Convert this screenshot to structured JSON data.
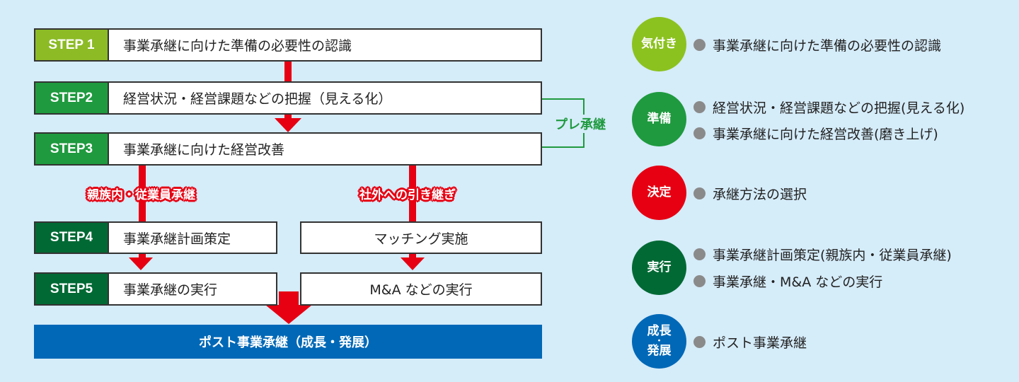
{
  "steps": [
    {
      "label": "STEP 1",
      "text": "事業承継に向けた準備の必要性の認識",
      "color": "#8cbb26"
    },
    {
      "label": "STEP2",
      "text": "経営状況・経営課題などの把握（見える化）",
      "color": "#1f9a3f"
    },
    {
      "label": "STEP3",
      "text": "事業承継に向けた経営改善",
      "color": "#1f9a3f"
    },
    {
      "label": "STEP4",
      "text": "事業承継計画策定",
      "color": "#006934"
    },
    {
      "label": "STEP5",
      "text": "事業承継の実行",
      "color": "#006934"
    }
  ],
  "branch": {
    "left_label": "親族内・従業員承継",
    "right_label": "社外への引き継ぎ",
    "matching": "マッチング実施",
    "ma": "M&A などの実行"
  },
  "pre_succession": "プレ承継",
  "final": "ポスト事業承継（成長・発展）",
  "phases": [
    {
      "name": "気付き",
      "color": "#8cc21f",
      "items": [
        "事業承継に向けた準備の必要性の認識"
      ]
    },
    {
      "name": "準備",
      "color": "#1f9a3f",
      "items": [
        "経営状況・経営課題などの把握(見える化)",
        "事業承継に向けた経営改善(磨き上げ)"
      ]
    },
    {
      "name": "決定",
      "color": "#e60012",
      "items": [
        "承継方法の選択"
      ]
    },
    {
      "name": "実行",
      "color": "#006934",
      "items": [
        "事業承継計画策定(親族内・従業員承継)",
        "事業承継・M&A などの実行"
      ]
    },
    {
      "name_line1": "成長",
      "name_sep": "・",
      "name_line2": "発展",
      "color": "#0068b7",
      "items": [
        "ポスト事業承継"
      ]
    }
  ]
}
